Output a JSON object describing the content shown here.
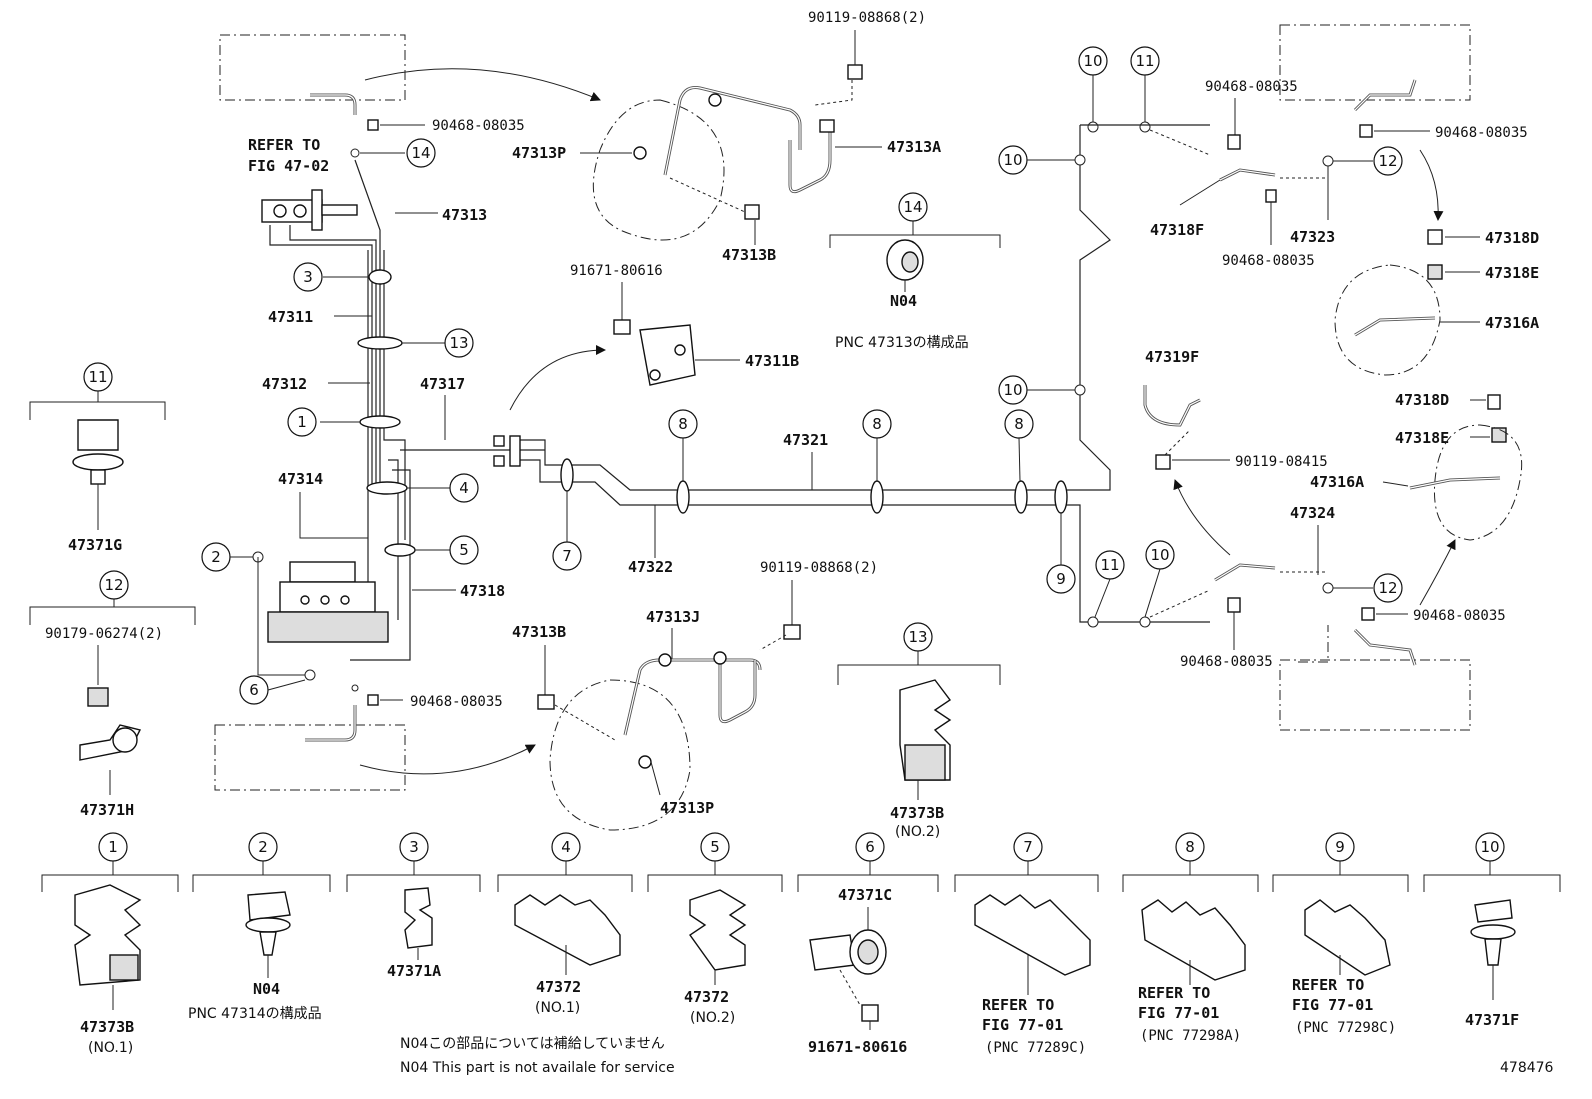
{
  "labels": {
    "p90119_08868_top": "90119-08868(2)",
    "p90468_08035_a": "90468-08035",
    "refer_to": "REFER TO",
    "fig_47_02": "FIG 47-02",
    "p47313P_top": "47313P",
    "p47313A": "47313A",
    "p47313": "47313",
    "p47313B_top": "47313B",
    "p91671_80616_top": "91671-80616",
    "p47311B": "47311B",
    "p47311": "47311",
    "p47312": "47312",
    "p47317": "47317",
    "p47321": "47321",
    "p47314": "47314",
    "p47318": "47318",
    "p47322": "47322",
    "p90119_08868_mid": "90119-08868(2)",
    "p47313J": "47313J",
    "p47313B_mid": "47313B",
    "p90468_08035_b": "90468-08035",
    "p47313P_bot": "47313P",
    "p47371G": "47371G",
    "p90179_06274": "90179-06274(2)",
    "p47371H": "47371H",
    "p47373B_mid": "47373B",
    "no2_mid": "(NO.2)",
    "n04_center": "N04",
    "pnc47313": "PNC 47313の構成品",
    "p90468_08035_c": "90468-08035",
    "p90468_08035_d": "90468-08035",
    "p47318F": "47318F",
    "p47323": "47323",
    "p90468_08035_e": "90468-08035",
    "p47318D_a": "47318D",
    "p47318E_a": "47318E",
    "p47316A_a": "47316A",
    "p47319F": "47319F",
    "p90119_08415": "90119-08415",
    "p47318D_b": "47318D",
    "p47318E_b": "47318E",
    "p47316A_b": "47316A",
    "p47324": "47324",
    "p90468_08035_f": "90468-08035",
    "p90468_08035_g": "90468-08035",
    "bottom_47373B": "47373B",
    "bottom_no1": "(NO.1)",
    "bottom_n04": "N04",
    "pnc47314": "PNC 47314の構成品",
    "bottom_47371A": "47371A",
    "bottom_47372_1": "47372",
    "bottom_no1_b": "(NO.1)",
    "bottom_47372_2": "47372",
    "bottom_no2": "(NO.2)",
    "bottom_47371C": "47371C",
    "bottom_91671": "91671-80616",
    "refer_to_7": "REFER TO",
    "fig_7": "FIG 77-01",
    "pnc_7": "(PNC 77289C)",
    "refer_to_8": "REFER TO",
    "fig_8": "FIG 77-01",
    "pnc_8": "(PNC 77298A)",
    "refer_to_9": "REFER TO",
    "fig_9": "FIG 77-01",
    "pnc_9": "(PNC 77298C)",
    "bottom_47371F": "47371F",
    "note_jp": "N04この部品については補給していません",
    "note_en": "N04 This part is not availale for service",
    "diagram_id": "478476"
  },
  "callouts": {
    "c1": "1",
    "c2": "2",
    "c3": "3",
    "c4": "4",
    "c5": "5",
    "c6": "6",
    "c7": "7",
    "c8": "8",
    "c9": "9",
    "c10": "10",
    "c11": "11",
    "c12": "12",
    "c13": "13",
    "c14": "14"
  }
}
